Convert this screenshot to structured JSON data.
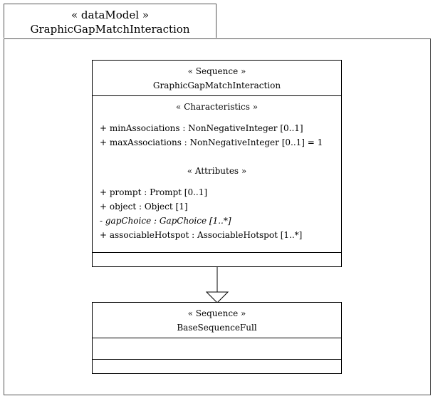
{
  "package": {
    "stereotype": "« dataModel »",
    "name": "GraphicGapMatchInteraction"
  },
  "main_class": {
    "stereotype": "« Sequence »",
    "name": "GraphicGapMatchInteraction",
    "characteristics_title": "« Characteristics »",
    "characteristics": [
      "+ minAssociations : NonNegativeInteger [0..1]",
      "+ maxAssociations : NonNegativeInteger [0..1] = 1"
    ],
    "attributes_title": "« Attributes »",
    "attributes": [
      "+ prompt : Prompt [0..1]",
      "+ object : Object [1]",
      "- gapChoice : GapChoice [1..*]",
      "+ associableHotspot : AssociableHotspot [1..*]"
    ]
  },
  "base_class": {
    "stereotype": "« Sequence »",
    "name": "BaseSequenceFull"
  }
}
